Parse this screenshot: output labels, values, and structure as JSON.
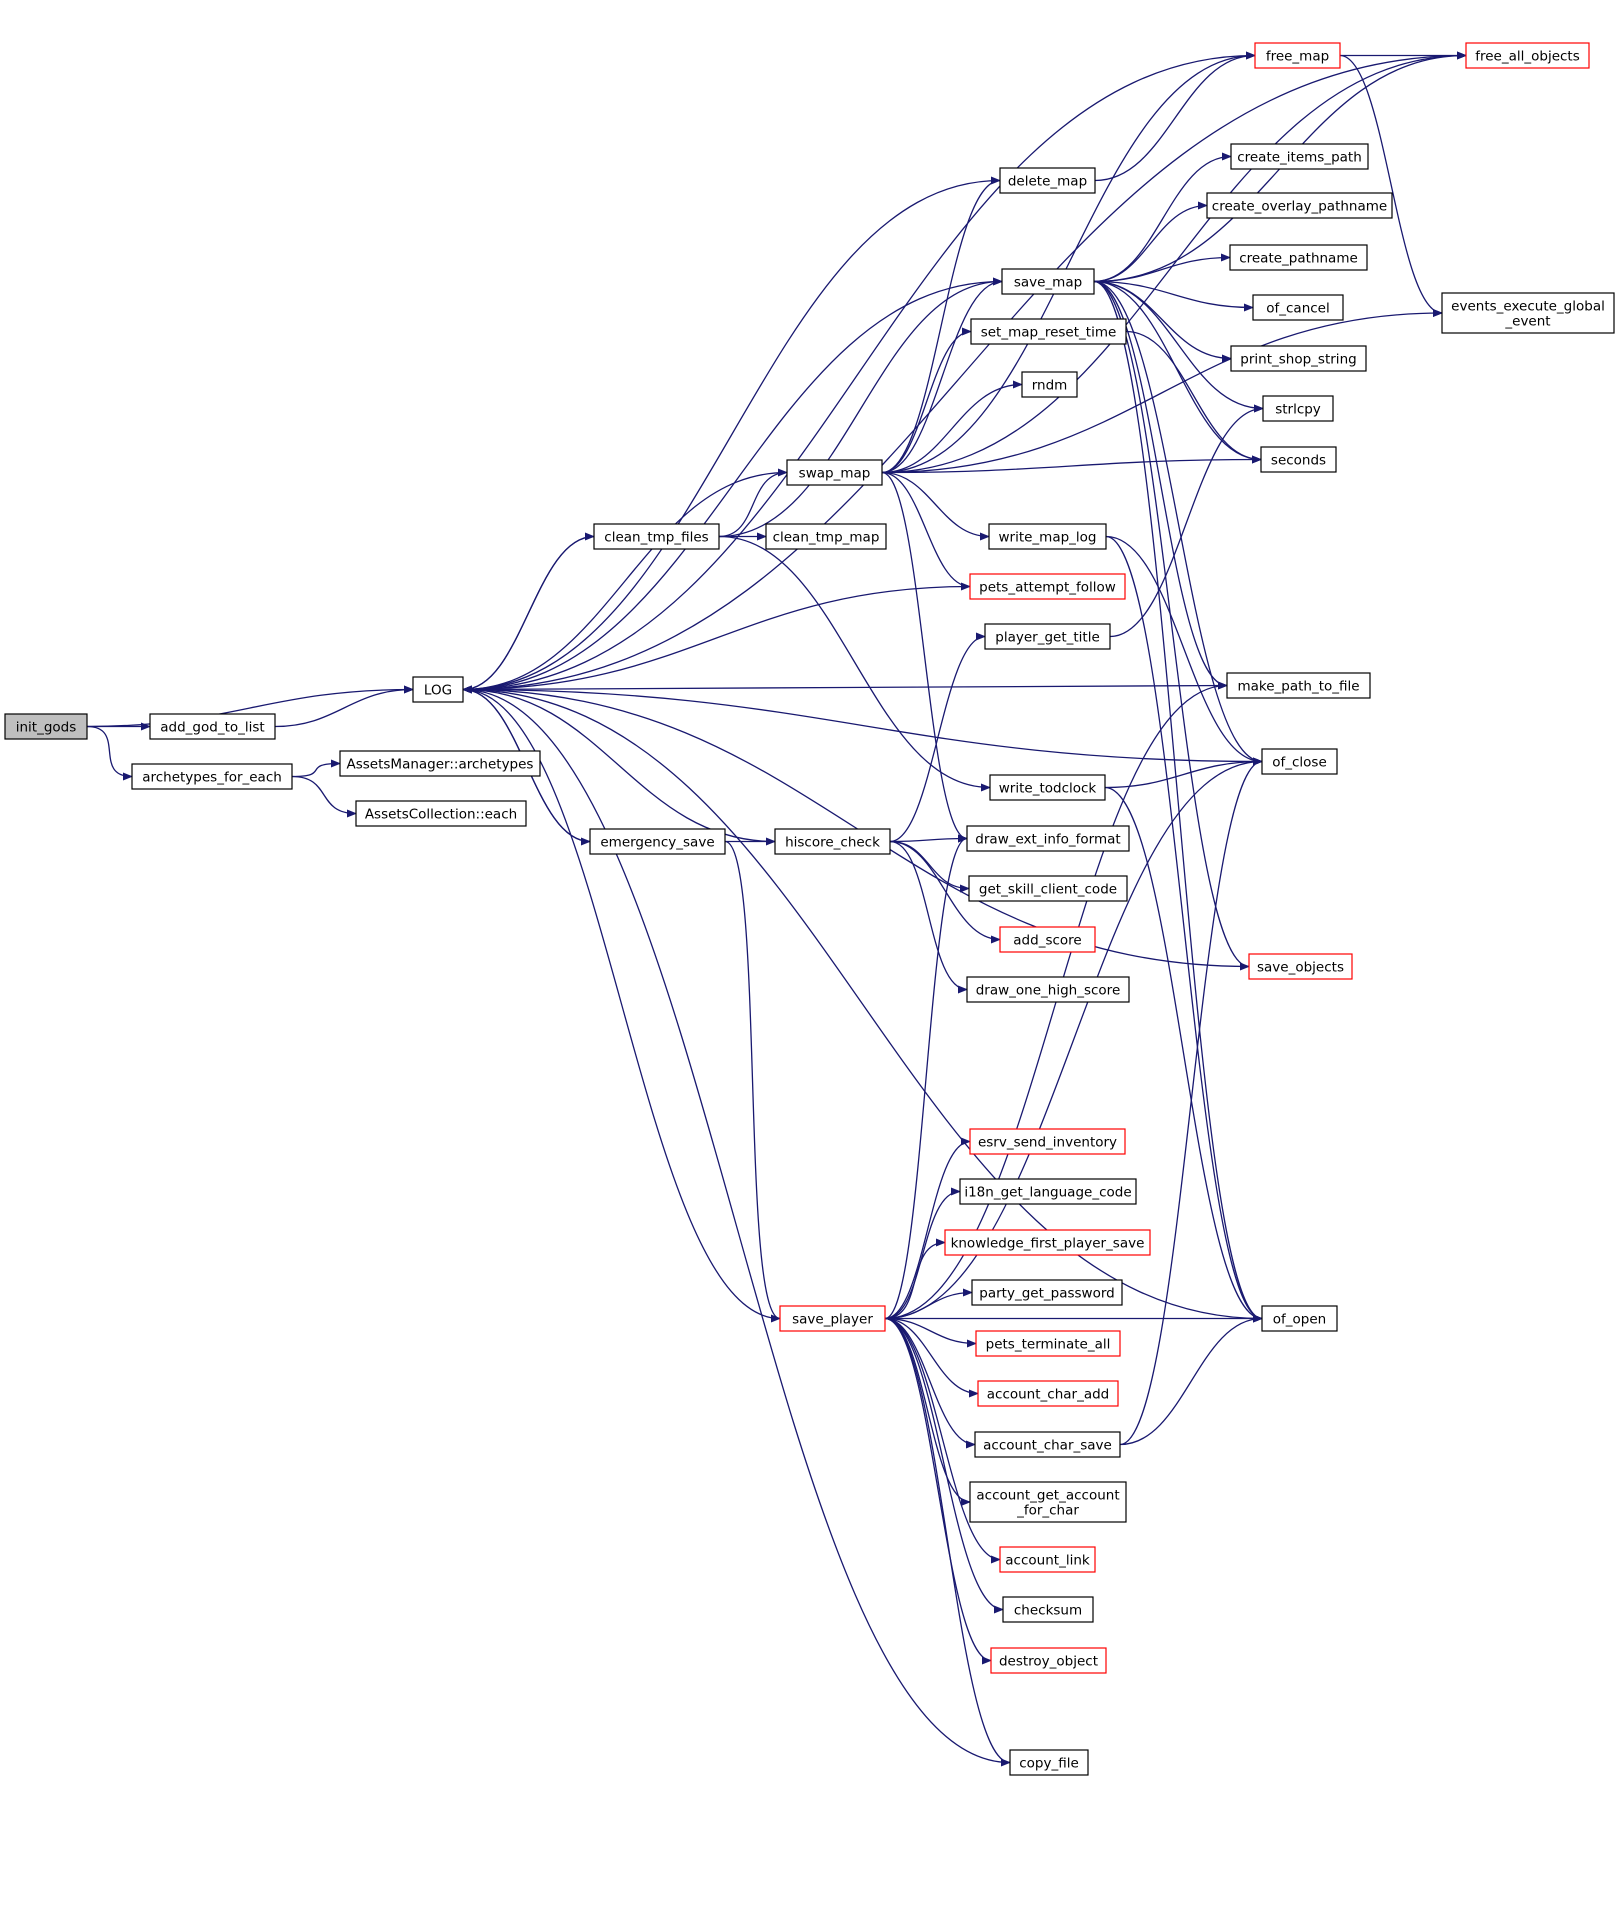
{
  "colors": {
    "edge": "#191970",
    "node_border": "#000000",
    "truncated_border": "#ff0000",
    "root_fill": "#bfbfbf"
  },
  "nodes": [
    {
      "id": "init_gods",
      "label": "init_gods",
      "root": true
    },
    {
      "id": "LOG",
      "label": "LOG"
    },
    {
      "id": "add_god_to_list",
      "label": "add_god_to_list"
    },
    {
      "id": "archetypes_for_each",
      "label": "archetypes_for_each"
    },
    {
      "id": "am_archetypes",
      "label": "AssetsManager::archetypes"
    },
    {
      "id": "ac_each",
      "label": "AssetsCollection::each"
    },
    {
      "id": "clean_tmp_files",
      "label": "clean_tmp_files"
    },
    {
      "id": "emergency_save",
      "label": "emergency_save"
    },
    {
      "id": "swap_map",
      "label": "swap_map"
    },
    {
      "id": "clean_tmp_map",
      "label": "clean_tmp_map"
    },
    {
      "id": "hiscore_check",
      "label": "hiscore_check"
    },
    {
      "id": "save_player",
      "label": "save_player",
      "truncated": true
    },
    {
      "id": "delete_map",
      "label": "delete_map"
    },
    {
      "id": "save_map",
      "label": "save_map"
    },
    {
      "id": "set_map_reset_time",
      "label": "set_map_reset_time"
    },
    {
      "id": "rndm",
      "label": "rndm"
    },
    {
      "id": "write_map_log",
      "label": "write_map_log"
    },
    {
      "id": "pets_attempt_follow",
      "label": "pets_attempt_follow",
      "truncated": true
    },
    {
      "id": "player_get_title",
      "label": "player_get_title"
    },
    {
      "id": "write_todclock",
      "label": "write_todclock"
    },
    {
      "id": "draw_ext_info_format",
      "label": "draw_ext_info_format"
    },
    {
      "id": "get_skill_client_code",
      "label": "get_skill_client_code"
    },
    {
      "id": "add_score",
      "label": "add_score",
      "truncated": true
    },
    {
      "id": "draw_one_high_score",
      "label": "draw_one_high_score"
    },
    {
      "id": "esrv_send_inventory",
      "label": "esrv_send_inventory",
      "truncated": true
    },
    {
      "id": "i18n_get_language_code",
      "label": "i18n_get_language_code"
    },
    {
      "id": "knowledge_first_player_save",
      "label": "knowledge_first_player_save",
      "truncated": true
    },
    {
      "id": "party_get_password",
      "label": "party_get_password"
    },
    {
      "id": "pets_terminate_all",
      "label": "pets_terminate_all",
      "truncated": true
    },
    {
      "id": "account_char_add",
      "label": "account_char_add",
      "truncated": true
    },
    {
      "id": "account_char_save",
      "label": "account_char_save"
    },
    {
      "id": "account_get_account_for_char",
      "label": [
        "account_get_account",
        "_for_char"
      ]
    },
    {
      "id": "account_link",
      "label": "account_link",
      "truncated": true
    },
    {
      "id": "checksum",
      "label": "checksum"
    },
    {
      "id": "destroy_object",
      "label": "destroy_object",
      "truncated": true
    },
    {
      "id": "copy_file",
      "label": "copy_file"
    },
    {
      "id": "free_map",
      "label": "free_map",
      "truncated": true
    },
    {
      "id": "free_all_objects",
      "label": "free_all_objects",
      "truncated": true
    },
    {
      "id": "create_items_path",
      "label": "create_items_path"
    },
    {
      "id": "create_overlay_pathname",
      "label": "create_overlay_pathname"
    },
    {
      "id": "create_pathname",
      "label": "create_pathname"
    },
    {
      "id": "of_cancel",
      "label": "of_cancel"
    },
    {
      "id": "print_shop_string",
      "label": "print_shop_string"
    },
    {
      "id": "strlcpy",
      "label": "strlcpy"
    },
    {
      "id": "seconds",
      "label": "seconds"
    },
    {
      "id": "make_path_to_file",
      "label": "make_path_to_file"
    },
    {
      "id": "of_close",
      "label": "of_close"
    },
    {
      "id": "save_objects",
      "label": "save_objects",
      "truncated": true
    },
    {
      "id": "of_open",
      "label": "of_open"
    },
    {
      "id": "events_execute_global_event",
      "label": [
        "events_execute_global",
        "_event"
      ]
    }
  ],
  "edges": [
    [
      "init_gods",
      "LOG"
    ],
    [
      "init_gods",
      "add_god_to_list"
    ],
    [
      "init_gods",
      "archetypes_for_each"
    ],
    [
      "add_god_to_list",
      "LOG"
    ],
    [
      "archetypes_for_each",
      "am_archetypes"
    ],
    [
      "archetypes_for_each",
      "ac_each"
    ],
    [
      "LOG",
      "clean_tmp_files"
    ],
    [
      "LOG",
      "emergency_save"
    ],
    [
      "clean_tmp_files",
      "LOG"
    ],
    [
      "clean_tmp_files",
      "swap_map"
    ],
    [
      "clean_tmp_files",
      "clean_tmp_map"
    ],
    [
      "clean_tmp_files",
      "save_map"
    ],
    [
      "clean_tmp_files",
      "write_todclock"
    ],
    [
      "emergency_save",
      "LOG"
    ],
    [
      "emergency_save",
      "hiscore_check"
    ],
    [
      "emergency_save",
      "save_player"
    ],
    [
      "swap_map",
      "LOG"
    ],
    [
      "swap_map",
      "delete_map"
    ],
    [
      "swap_map",
      "save_map"
    ],
    [
      "swap_map",
      "set_map_reset_time"
    ],
    [
      "swap_map",
      "rndm"
    ],
    [
      "swap_map",
      "write_map_log"
    ],
    [
      "swap_map",
      "pets_attempt_follow"
    ],
    [
      "swap_map",
      "seconds"
    ],
    [
      "swap_map",
      "free_map"
    ],
    [
      "swap_map",
      "free_all_objects"
    ],
    [
      "swap_map",
      "events_execute_global_event"
    ],
    [
      "swap_map",
      "draw_ext_info_format"
    ],
    [
      "delete_map",
      "LOG"
    ],
    [
      "delete_map",
      "free_map"
    ],
    [
      "free_map",
      "LOG"
    ],
    [
      "free_map",
      "free_all_objects"
    ],
    [
      "free_map",
      "events_execute_global_event"
    ],
    [
      "free_all_objects",
      "LOG"
    ],
    [
      "save_map",
      "LOG"
    ],
    [
      "save_map",
      "create_items_path"
    ],
    [
      "save_map",
      "create_overlay_pathname"
    ],
    [
      "save_map",
      "create_pathname"
    ],
    [
      "save_map",
      "of_cancel"
    ],
    [
      "save_map",
      "print_shop_string"
    ],
    [
      "save_map",
      "strlcpy"
    ],
    [
      "save_map",
      "seconds"
    ],
    [
      "save_map",
      "make_path_to_file"
    ],
    [
      "save_map",
      "of_close"
    ],
    [
      "save_map",
      "save_objects"
    ],
    [
      "save_map",
      "of_open"
    ],
    [
      "save_map",
      "free_all_objects"
    ],
    [
      "set_map_reset_time",
      "seconds"
    ],
    [
      "write_map_log",
      "of_close"
    ],
    [
      "write_map_log",
      "of_open"
    ],
    [
      "pets_attempt_follow",
      "LOG"
    ],
    [
      "player_get_title",
      "strlcpy"
    ],
    [
      "make_path_to_file",
      "LOG"
    ],
    [
      "of_close",
      "LOG"
    ],
    [
      "write_todclock",
      "of_close"
    ],
    [
      "write_todclock",
      "of_open"
    ],
    [
      "hiscore_check",
      "LOG"
    ],
    [
      "hiscore_check",
      "player_get_title"
    ],
    [
      "hiscore_check",
      "draw_ext_info_format"
    ],
    [
      "hiscore_check",
      "get_skill_client_code"
    ],
    [
      "hiscore_check",
      "add_score"
    ],
    [
      "hiscore_check",
      "draw_one_high_score"
    ],
    [
      "save_player",
      "LOG"
    ],
    [
      "save_player",
      "draw_ext_info_format"
    ],
    [
      "save_player",
      "make_path_to_file"
    ],
    [
      "save_player",
      "of_close"
    ],
    [
      "save_player",
      "esrv_send_inventory"
    ],
    [
      "save_player",
      "i18n_get_language_code"
    ],
    [
      "save_player",
      "knowledge_first_player_save"
    ],
    [
      "save_player",
      "party_get_password"
    ],
    [
      "save_player",
      "pets_terminate_all"
    ],
    [
      "save_player",
      "account_char_add"
    ],
    [
      "save_player",
      "account_char_save"
    ],
    [
      "save_player",
      "account_get_account_for_char"
    ],
    [
      "save_player",
      "account_link"
    ],
    [
      "save_player",
      "checksum"
    ],
    [
      "save_player",
      "destroy_object"
    ],
    [
      "save_player",
      "copy_file"
    ],
    [
      "save_player",
      "of_open"
    ],
    [
      "account_char_save",
      "of_close"
    ],
    [
      "account_char_save",
      "of_open"
    ],
    [
      "save_objects",
      "LOG"
    ],
    [
      "copy_file",
      "LOG"
    ],
    [
      "LOG",
      "of_open"
    ]
  ]
}
